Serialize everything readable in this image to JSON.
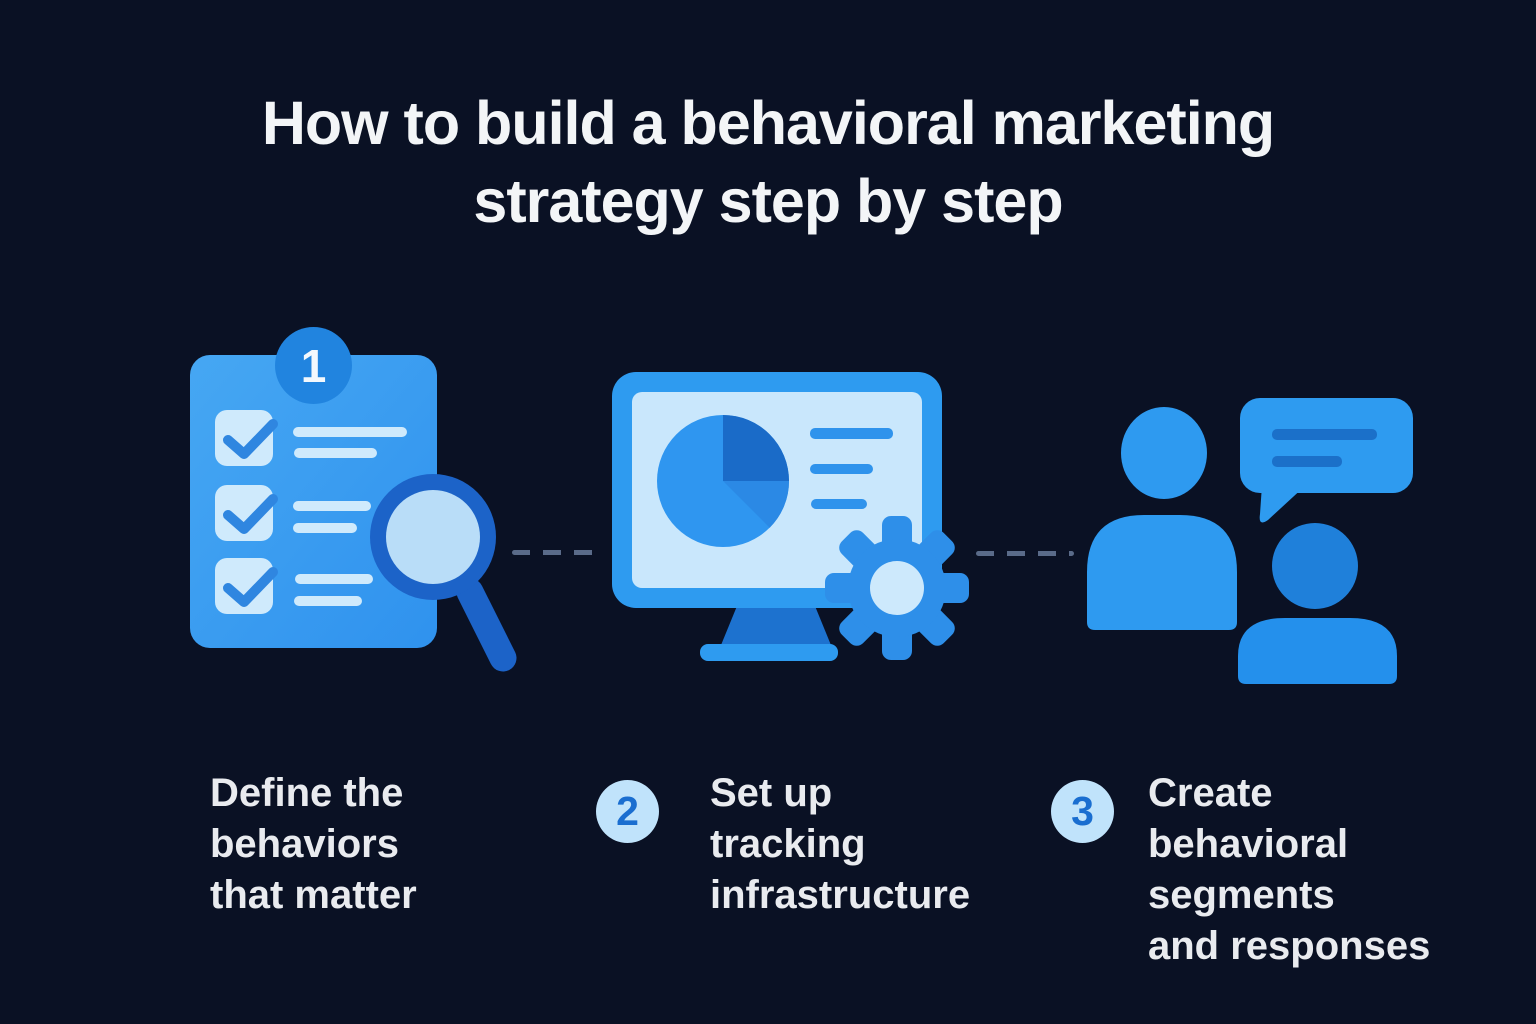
{
  "title": {
    "line1": "How to build a behavioral marketing",
    "line2": "strategy step by step"
  },
  "steps": [
    {
      "number": "1",
      "label_lines": [
        "Define the",
        "behaviors",
        "that matter"
      ],
      "icon": "checklist-with-magnifier"
    },
    {
      "number": "2",
      "label_lines": [
        "Set up",
        "tracking",
        "infrastructure"
      ],
      "icon": "monitor-analytics-with-gear"
    },
    {
      "number": "3",
      "label_lines": [
        "Create",
        "behavioral",
        "segments",
        "and responses"
      ],
      "icon": "people-conversation"
    }
  ],
  "colors": {
    "background": "#0a1124",
    "bright_blue": "#2e9af0",
    "clipboard_blue": "#3b9ff1",
    "dark_blue": "#1c63c8",
    "light_blue": "#c9e7fc",
    "badge1_bg": "#2184df",
    "badge_light_bg": "#c0e3fb",
    "badge_light_number": "#1a6ed0",
    "title_text": "#f3f5f7",
    "label_text": "#e9ebef",
    "connector": "#5a6b89"
  }
}
